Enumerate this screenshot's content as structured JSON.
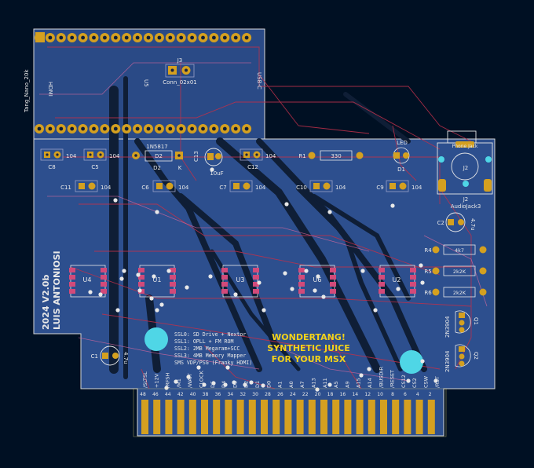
{
  "colors": {
    "background": "#001023",
    "board": "#2d4f8e",
    "trace_dark": "#0f1e36",
    "trace_red": "#c0304a",
    "pad_gold": "#d4a020",
    "pad_pink": "#d24a7a",
    "silk": "#e8e8e8",
    "outline": "#f2e07a",
    "via_cyan": "#4fd6e6"
  },
  "module": {
    "label": "Tang_Nano_20k",
    "hdmi_label": "HDMI",
    "usb_label": "USB-C",
    "u5_label": "U5",
    "j3_label": "J3",
    "j3_value": "Conn_02x01"
  },
  "components": {
    "c8": "C8",
    "c5": "C5",
    "c11": "C11",
    "c6": "C6",
    "c7": "C7",
    "c10": "C10",
    "c9": "C9",
    "c12": "C12",
    "c13": "C13",
    "c2": "C2",
    "c1": "C1",
    "val_104": "104",
    "c13_value": "10uF",
    "c2_value": "4.7u",
    "c1_value": "4.7u",
    "d2_ref": "D2",
    "d2_label_top": "1N5817",
    "d2_k": "K",
    "r1": "R1",
    "r1_value": "330",
    "led_label": "LED",
    "d1": "D1",
    "j2": "J2",
    "j2_value": "AudioJack3",
    "phone_jack": "Phone Jack",
    "r4": "R4",
    "r5": "R5",
    "r6": "R6",
    "r4_value": "4k7",
    "r5_value": "2k2K",
    "r6_value": "2k2K",
    "q1": "Q1",
    "q2": "Q2",
    "q_part": "2N3904",
    "u1": "U1",
    "u2": "U2",
    "u3": "U3",
    "u4": "U4",
    "u6": "U6"
  },
  "title_block": {
    "year_version": "2024 V2.0b",
    "author": "LUIS ANTONIOSI",
    "slots": [
      "SSL0: SD Drive + Nextor",
      "SSL1: OPLL + FM ROM",
      "SSL2: 2MB Megaram+SCC",
      "SSL3: 4MB Memory Mapper",
      "SMS VDP/PSG (Franky HDMI)"
    ],
    "headline_lines": [
      "WONDERTANG!",
      "SYNTHETIC JUICE",
      "FOR YOUR MSX"
    ]
  },
  "edge": {
    "signals": [
      "/SLTSL",
      "+12V",
      "/RFSH",
      "/M1",
      "/WAIT",
      "CLOCK",
      "D5",
      "D4",
      "D3",
      "D2",
      "D1",
      "D0",
      "A1",
      "A0",
      "A7",
      "A13",
      "A11",
      "A5",
      "A9",
      "A15",
      "A14",
      "/BUSDIR",
      "/RESET",
      "CS12",
      "CS2",
      "CSW",
      "/RST"
    ],
    "numbers": [
      "48",
      "46",
      "44",
      "42",
      "40",
      "38",
      "36",
      "34",
      "32",
      "30",
      "28",
      "26",
      "24",
      "22",
      "20",
      "18",
      "16",
      "14",
      "12",
      "10",
      "8",
      "6",
      "4",
      "2"
    ]
  }
}
